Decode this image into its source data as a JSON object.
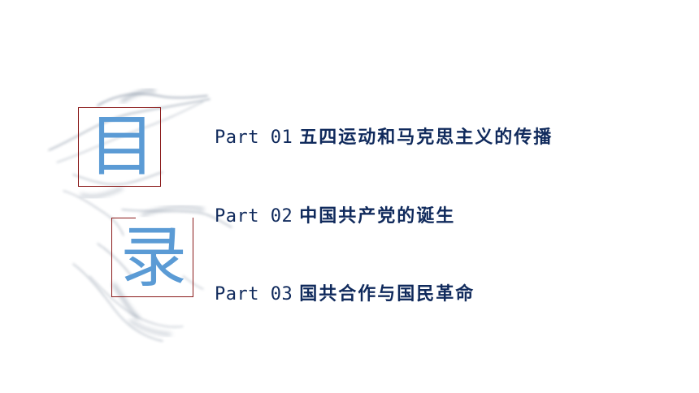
{
  "slide": {
    "title_chars": [
      "目",
      "录"
    ],
    "toc": [
      {
        "part": "Part 01",
        "title": "五四运动和马克思主义的传播"
      },
      {
        "part": "Part 02",
        "title": "中国共产党的诞生"
      },
      {
        "part": "Part 03",
        "title": "国共合作与国民革命"
      }
    ]
  },
  "colors": {
    "title_char": "#5b9bd5",
    "bracket": "#8a1a1a",
    "toc_text": "#102a5c",
    "smoke": "#6b7a8f"
  }
}
